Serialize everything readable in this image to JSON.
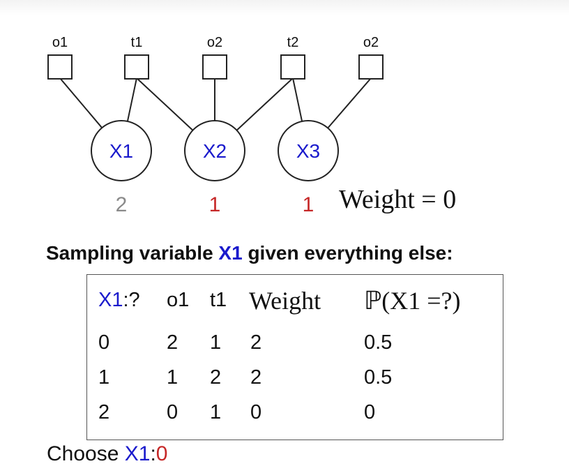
{
  "factor_graph": {
    "factors": [
      {
        "id": "f1",
        "label": "o1"
      },
      {
        "id": "f2",
        "label": "t1"
      },
      {
        "id": "f3",
        "label": "o2"
      },
      {
        "id": "f4",
        "label": "t2"
      },
      {
        "id": "f5",
        "label": "o2"
      }
    ],
    "variables": [
      {
        "id": "v1",
        "label": "X1",
        "value": "2",
        "value_color": "#8a8a8a"
      },
      {
        "id": "v2",
        "label": "X2",
        "value": "1",
        "value_color": "#c62828"
      },
      {
        "id": "v3",
        "label": "X3",
        "value": "1",
        "value_color": "#c62828"
      }
    ],
    "edges": [
      [
        "f1",
        "v1"
      ],
      [
        "f2",
        "v1"
      ],
      [
        "f2",
        "v2"
      ],
      [
        "f3",
        "v2"
      ],
      [
        "f4",
        "v2"
      ],
      [
        "f4",
        "v3"
      ],
      [
        "f5",
        "v3"
      ]
    ]
  },
  "weight_label": "Weight = 0",
  "subtitle": {
    "prefix": "Sampling variable ",
    "var": "X1",
    "suffix": " given everything else:"
  },
  "table": {
    "headers": {
      "var": "X1",
      "var_suffix": ":?",
      "col1": "o1",
      "col2": "t1",
      "weight": "Weight",
      "prob": "ℙ(X1 =?)"
    },
    "rows": [
      {
        "x1": "0",
        "o1": "2",
        "t1": "1",
        "weight": "2",
        "prob": "0.5"
      },
      {
        "x1": "1",
        "o1": "1",
        "t1": "2",
        "weight": "2",
        "prob": "0.5"
      },
      {
        "x1": "2",
        "o1": "0",
        "t1": "1",
        "weight": "0",
        "prob": "0"
      }
    ]
  },
  "choose": {
    "prefix": "Choose ",
    "var": "X1",
    "sep": ":",
    "value": "0"
  },
  "colors": {
    "variable": "#1a1acc",
    "assignment": "#c62828",
    "unchanged": "#8a8a8a"
  }
}
